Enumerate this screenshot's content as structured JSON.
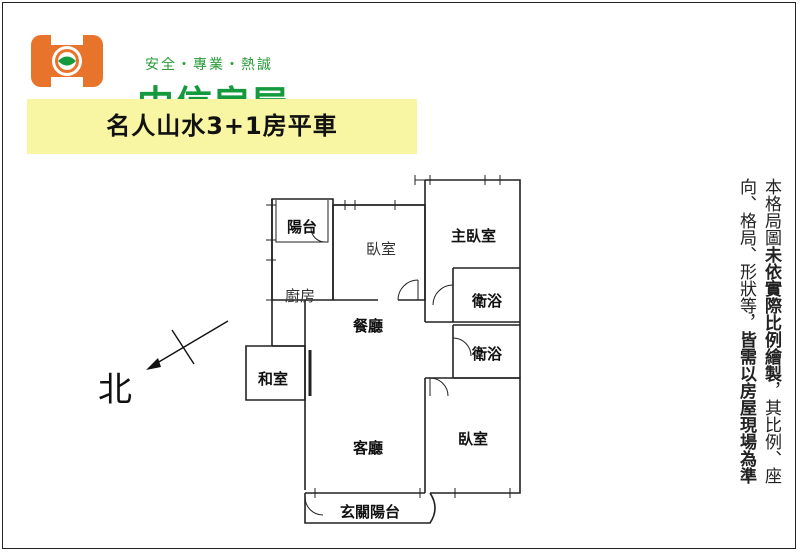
{
  "header": {
    "slogan": "安全・專業・熱誠",
    "brand": "中信房屋",
    "title": "名人山水3+1房平車"
  },
  "floorplan": {
    "rooms": {
      "balcony": "陽台",
      "bedroom_top": "臥室",
      "master_bedroom": "主臥室",
      "kitchen": "廚房",
      "bath_1": "衛浴",
      "dining": "餐廳",
      "bath_2": "衛浴",
      "japanese_room": "和室",
      "living": "客廳",
      "bedroom_bottom": "臥室",
      "entrance_balcony": "玄關陽台"
    },
    "north_label": "北"
  },
  "note": {
    "line1_a": "本格局圖",
    "line1_b": "未依實際比例繪製",
    "line1_c": "，其比例、座",
    "line2_a": "向、格局、形狀等，",
    "line2_b": "皆需以房屋現場為準"
  },
  "colors": {
    "brand_green": "#149a3d",
    "brand_orange": "#e8732a",
    "title_band": "#f9f6a3"
  }
}
